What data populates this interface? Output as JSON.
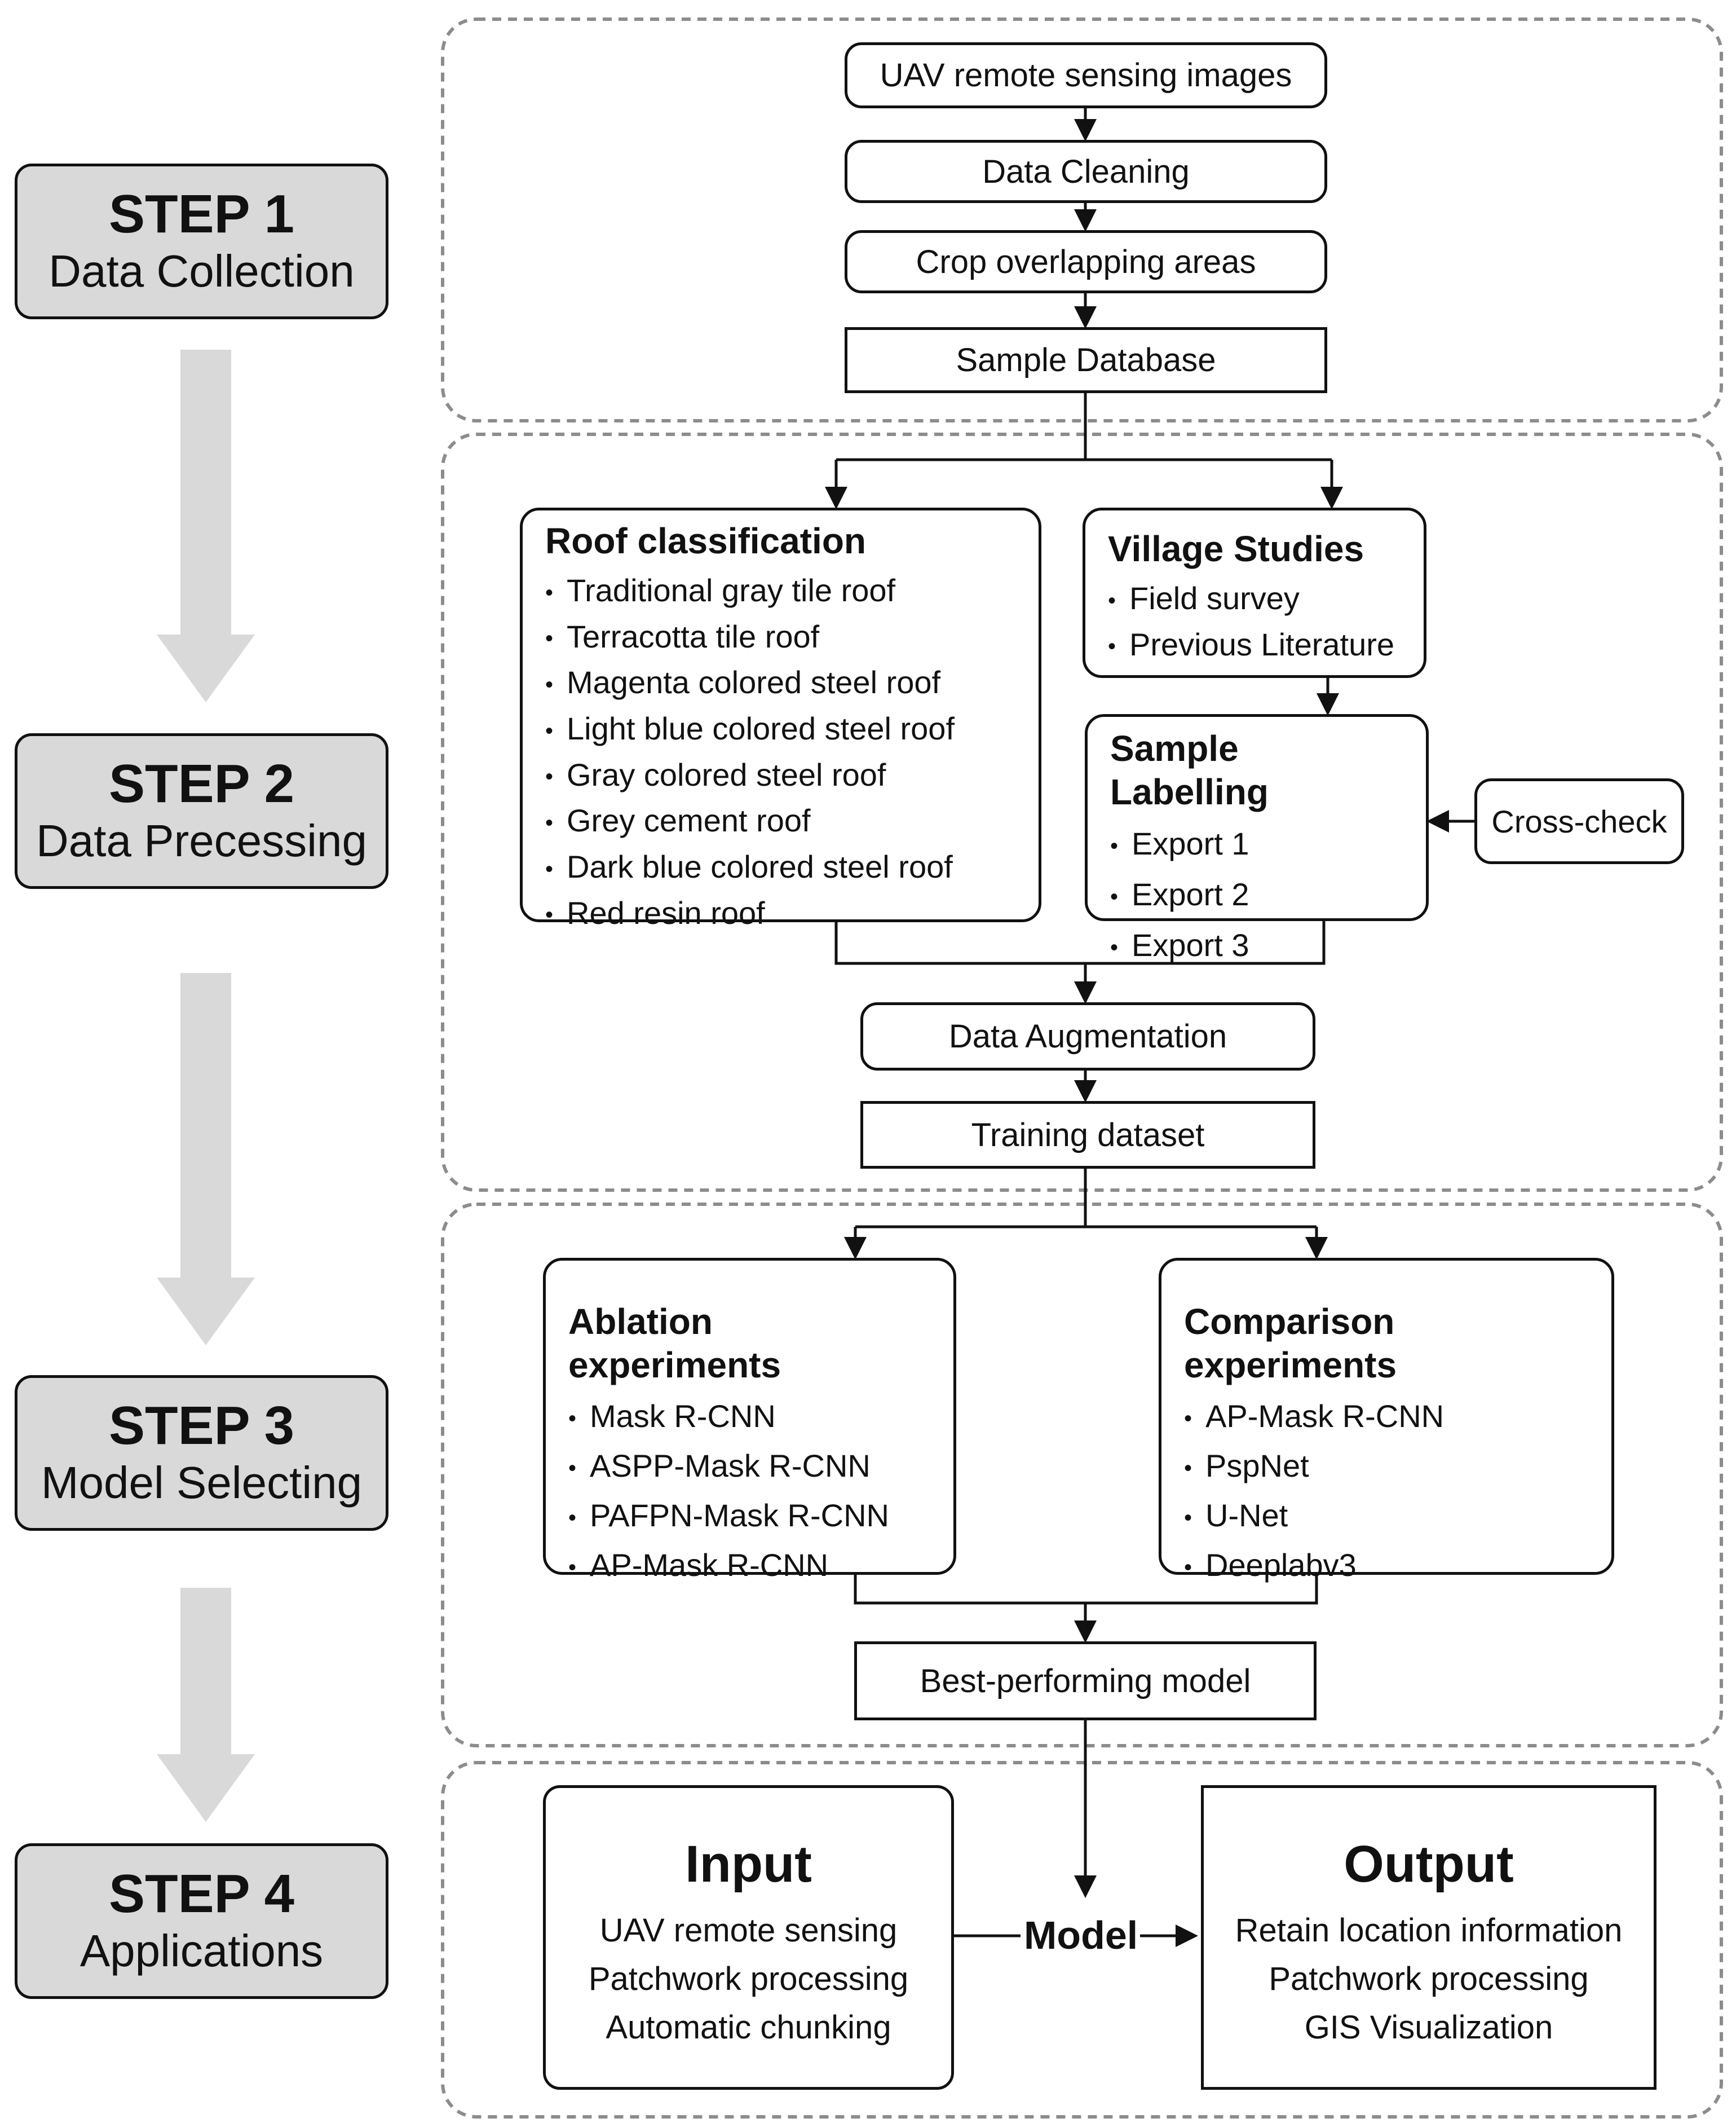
{
  "steps": [
    {
      "num": "STEP 1",
      "name": "Data Collection"
    },
    {
      "num": "STEP 2",
      "name": "Data Precessing"
    },
    {
      "num": "STEP 3",
      "name": "Model Selecting"
    },
    {
      "num": "STEP 4",
      "name": "Applications"
    }
  ],
  "collection": {
    "uav": "UAV remote sensing images",
    "cleaning": "Data Cleaning",
    "crop": "Crop overlapping areas",
    "sample_db": "Sample Database"
  },
  "processing": {
    "roof": {
      "title": "Roof classification",
      "items": [
        "Traditional gray tile roof",
        "Terracotta tile roof",
        "Magenta colored steel roof",
        "Light blue colored steel roof",
        "Gray colored steel roof",
        "Grey cement roof",
        "Dark blue colored steel roof",
        "Red resin roof"
      ]
    },
    "village": {
      "title": "Village Studies",
      "items": [
        "Field survey",
        "Previous Literature"
      ]
    },
    "labelling": {
      "title": "Sample Labelling",
      "items": [
        "Export 1",
        "Export 2",
        "Export 3"
      ]
    },
    "crosscheck": "Cross-check",
    "augmentation": "Data Augmentation",
    "training": "Training dataset"
  },
  "selection": {
    "ablation": {
      "title": "Ablation experiments",
      "items": [
        "Mask R-CNN",
        "ASPP-Mask R-CNN",
        "PAFPN-Mask R-CNN",
        "AP-Mask R-CNN"
      ]
    },
    "comparison": {
      "title": "Comparison experiments",
      "items": [
        "AP-Mask R-CNN",
        "PspNet",
        "U-Net",
        "Deeplabv3"
      ]
    },
    "best": "Best-performing model"
  },
  "applications": {
    "input": {
      "title": "Input",
      "lines": [
        "UAV remote sensing",
        "Patchwork processing",
        "Automatic chunking"
      ]
    },
    "model": "Model",
    "output": {
      "title": "Output",
      "lines": [
        "Retain location information",
        "Patchwork processing",
        "GIS Visualization"
      ]
    }
  }
}
